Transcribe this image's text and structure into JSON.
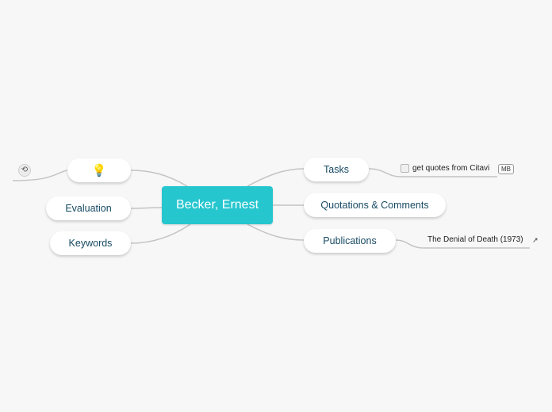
{
  "central": {
    "label": "Becker, Ernest"
  },
  "branches": {
    "idea": {
      "icon": "lightbulb-icon",
      "glyph": "💡"
    },
    "evaluation": {
      "label": "Evaluation"
    },
    "keywords": {
      "label": "Keywords"
    },
    "tasks": {
      "label": "Tasks"
    },
    "quotations": {
      "label": "Quotations & Comments"
    },
    "publications": {
      "label": "Publications"
    }
  },
  "leaves": {
    "task": {
      "label": "get quotes from Citavi",
      "badge": "MB",
      "checked": false
    },
    "publication": {
      "label": "The Denial of Death (1973)"
    }
  },
  "colors": {
    "central_fill": "#26c6cf",
    "branch_text": "#174a63",
    "connector": "#c4c4c4",
    "background": "#f7f7f7"
  }
}
